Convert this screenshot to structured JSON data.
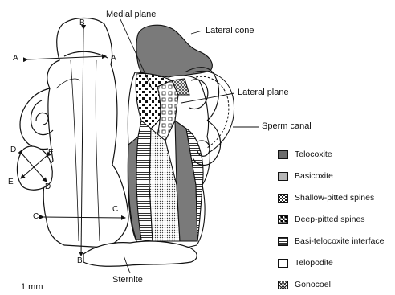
{
  "labels": {
    "medial_plane": "Medial plane",
    "lateral_cone": "Lateral cone",
    "lateral_plane": "Lateral plane",
    "sperm_canal": "Sperm canal",
    "sternite": "Sternite",
    "scale": "1 mm"
  },
  "letters": {
    "a_left": "A",
    "a_right": "A",
    "b_top": "B",
    "b_bottom": "B",
    "c_left": "C",
    "c_right": "C",
    "d_top": "D",
    "d_bottom": "D",
    "e_top": "E",
    "e_left": "E"
  },
  "legend": [
    {
      "label": "Telocoxite"
    },
    {
      "label": "Basicoxite"
    },
    {
      "label": "Shallow-pitted spines"
    },
    {
      "label": "Deep-pitted spines"
    },
    {
      "label": "Basi-telocoxite interface"
    },
    {
      "label": "Telopodite"
    },
    {
      "label": "Gonocoel"
    }
  ]
}
